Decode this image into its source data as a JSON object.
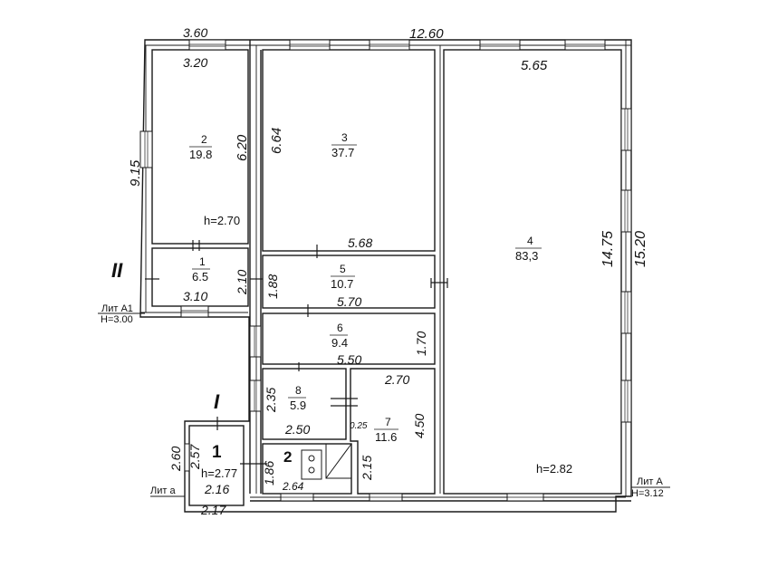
{
  "dimensions": {
    "top_overall": "12.60",
    "top_left_outer": "3.60",
    "top_left_inner": "3.20",
    "left_height": "9.15",
    "room2_height": "6.20",
    "room3_height": "6.64",
    "room3_bottom": "5.68",
    "room4_top": "5.65",
    "room4_inner_height": "14.75",
    "room4_outer_height": "15.20",
    "room1_height": "2.10",
    "room5_height": "1.88",
    "room1_bottom": "3.10",
    "room5_bottom": "5.70",
    "room6_height": "1.70",
    "room6_bottom": "5.50",
    "room7_top": "2.70",
    "room7_height": "4.50",
    "room8_height": "2.35",
    "room8_bottom": "2.50",
    "wall_025": "0.25",
    "room2b_height": "1.86",
    "room2b_bottom": "2.64",
    "room2b_right": "2.15",
    "veranda_outer_height": "2.60",
    "veranda_inner_height": "2.57",
    "veranda_inner_width": "2.16",
    "veranda_outer_width": "2.17"
  },
  "rooms": [
    {
      "id": "room-1",
      "number": "1",
      "area": "6.5"
    },
    {
      "id": "room-2",
      "number": "2",
      "area": "19.8"
    },
    {
      "id": "room-3",
      "number": "3",
      "area": "37.7"
    },
    {
      "id": "room-4",
      "number": "4",
      "area": "83,3"
    },
    {
      "id": "room-5",
      "number": "5",
      "area": "10.7"
    },
    {
      "id": "room-6",
      "number": "6",
      "area": "9.4"
    },
    {
      "id": "room-7",
      "number": "7",
      "area": "11.6"
    },
    {
      "id": "room-8",
      "number": "8",
      "area": "5.9"
    }
  ],
  "heights": {
    "room2": "h=2.70",
    "room4": "h=2.82",
    "veranda": "h=2.77"
  },
  "labels": {
    "lit_a1": "Лит А1",
    "lit_a1_h": "Н=3.00",
    "lit_a": "Лит А",
    "lit_a_h": "Н=3.12",
    "lit_a_small": "Лит а",
    "roman_2": "II",
    "roman_1": "I",
    "veranda_room": "1",
    "room_2b": "2"
  },
  "colors": {
    "line": "#1a1a1a",
    "paper": "#ffffff"
  }
}
